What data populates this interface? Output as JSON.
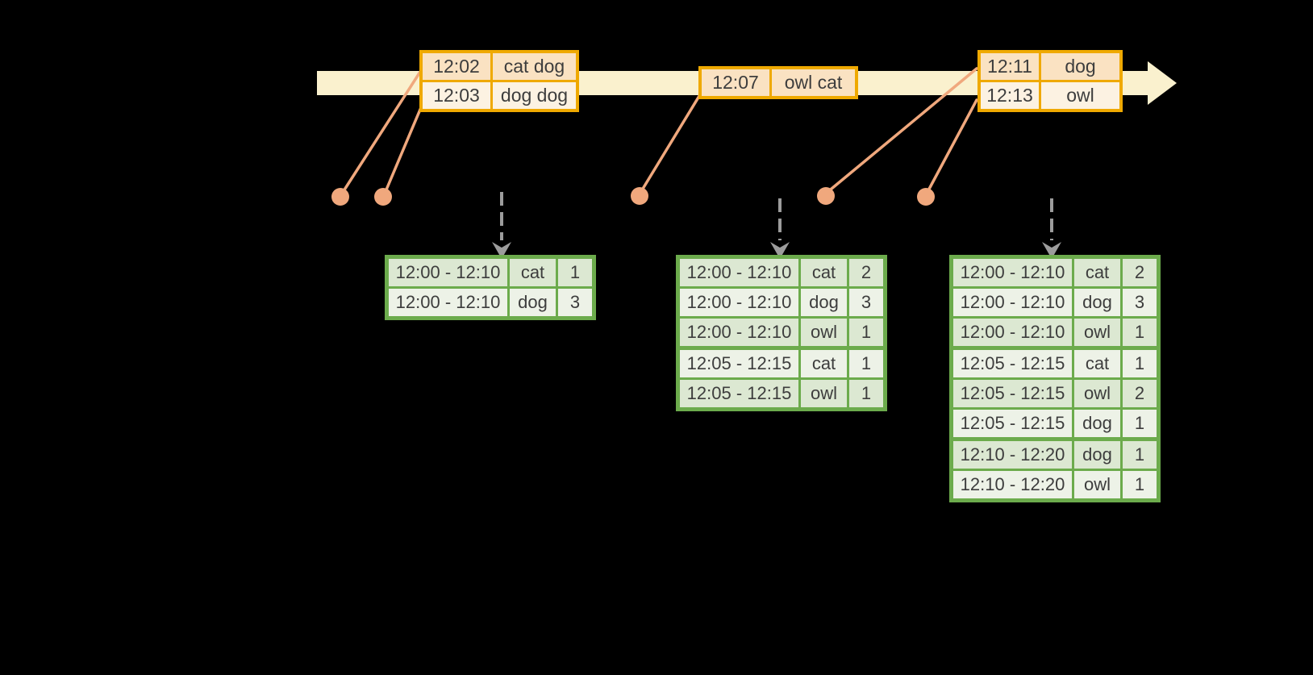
{
  "colors": {
    "bg": "#000000",
    "band": "#FAF1CE",
    "gold": "#EFA900",
    "peach": "#FAE2C2",
    "cream": "#FCF2E2",
    "salmon": "#F0A87D",
    "green": "#6CAB4C",
    "greenDark": "#DCE8D2",
    "greenLight": "#EDF2E7",
    "gray": "#9C9C9C",
    "ink": "#3D3D3D"
  },
  "icons": {
    "timeline_arrow": "right-pointing cream arrow band",
    "event_dot": "filled salmon circle",
    "trigger_arrow": "gray dashed down arrow"
  },
  "event_dot_count": 5,
  "trigger_arrow_count": 3,
  "event_tables": [
    {
      "rows": [
        {
          "time": "12:02",
          "words": "cat dog"
        },
        {
          "time": "12:03",
          "words": "dog dog"
        }
      ]
    },
    {
      "rows": [
        {
          "time": "12:07",
          "words": "owl cat"
        }
      ]
    },
    {
      "rows": [
        {
          "time": "12:11",
          "words": "dog"
        },
        {
          "time": "12:13",
          "words": "owl"
        }
      ]
    }
  ],
  "result_tables": [
    {
      "rows": [
        {
          "window": "12:00 - 12:10",
          "word": "cat",
          "count": "1"
        },
        {
          "window": "12:00 - 12:10",
          "word": "dog",
          "count": "3"
        }
      ]
    },
    {
      "rows": [
        {
          "window": "12:00 - 12:10",
          "word": "cat",
          "count": "2"
        },
        {
          "window": "12:00 - 12:10",
          "word": "dog",
          "count": "3"
        },
        {
          "window": "12:00 - 12:10",
          "word": "owl",
          "count": "1"
        },
        {
          "window": "12:05 - 12:15",
          "word": "cat",
          "count": "1",
          "group_start": true
        },
        {
          "window": "12:05 - 12:15",
          "word": "owl",
          "count": "1"
        }
      ]
    },
    {
      "rows": [
        {
          "window": "12:00 - 12:10",
          "word": "cat",
          "count": "2"
        },
        {
          "window": "12:00 - 12:10",
          "word": "dog",
          "count": "3"
        },
        {
          "window": "12:00 - 12:10",
          "word": "owl",
          "count": "1"
        },
        {
          "window": "12:05 - 12:15",
          "word": "cat",
          "count": "1",
          "group_start": true
        },
        {
          "window": "12:05 - 12:15",
          "word": "owl",
          "count": "2"
        },
        {
          "window": "12:05 - 12:15",
          "word": "dog",
          "count": "1"
        },
        {
          "window": "12:10 - 12:20",
          "word": "dog",
          "count": "1",
          "group_start": true
        },
        {
          "window": "12:10 - 12:20",
          "word": "owl",
          "count": "1"
        }
      ]
    }
  ]
}
